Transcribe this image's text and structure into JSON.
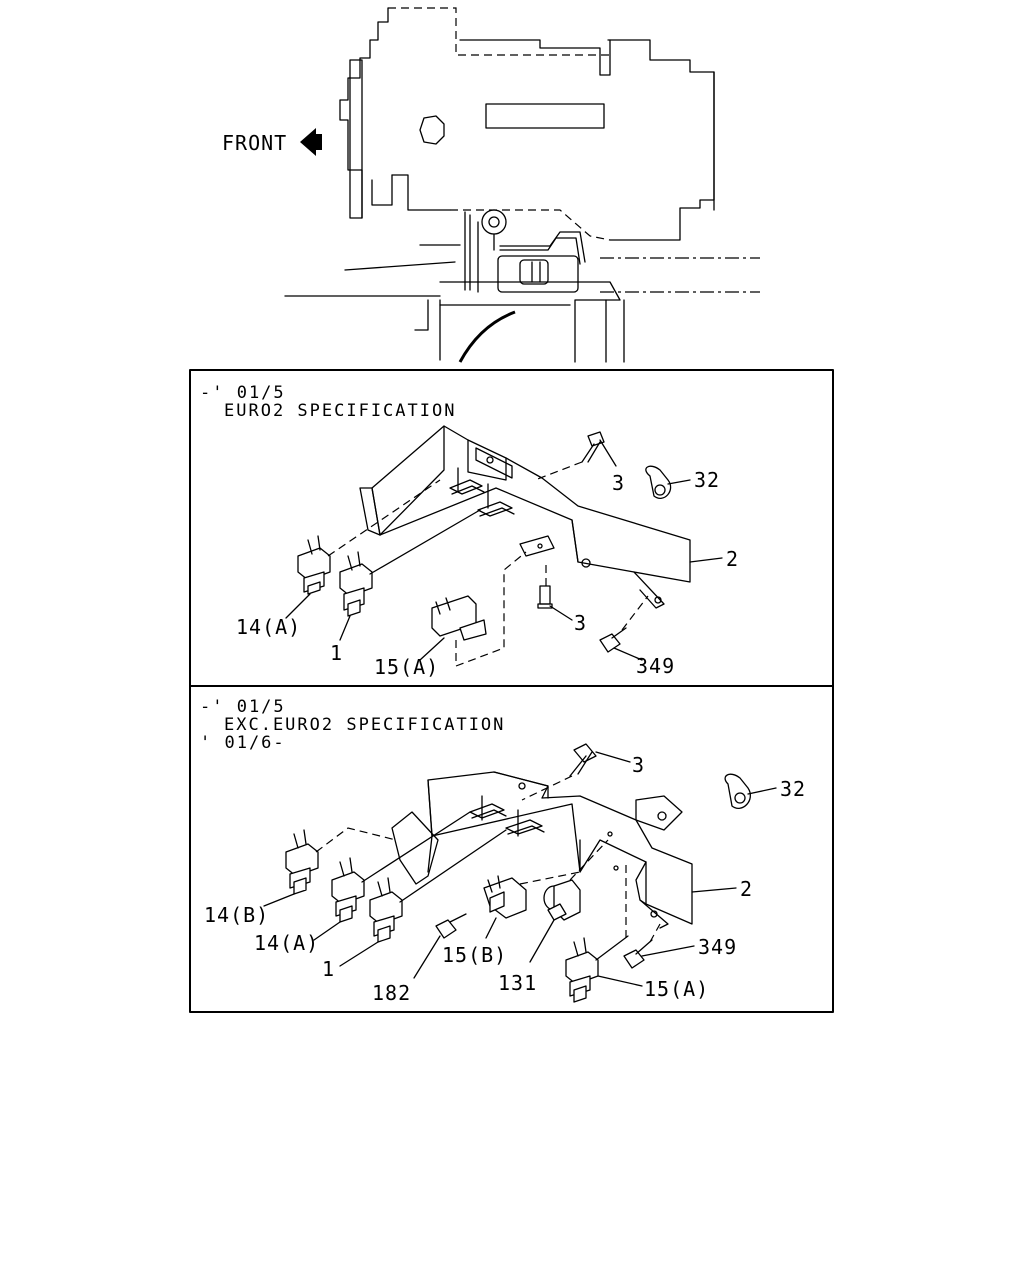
{
  "orientation_label": "FRONT",
  "panel_top": {
    "line1": "-' 01/5",
    "line2": "EURO2 SPECIFICATION",
    "callouts": {
      "c3a": "3",
      "c32": "32",
      "c2": "2",
      "c3b": "3",
      "c14a": "14(A)",
      "c1": "1",
      "c15a": "15(A)",
      "c349": "349"
    }
  },
  "panel_bottom": {
    "line1": "-' 01/5",
    "line2": "EXC.EURO2 SPECIFICATION",
    "line3": "' 01/6-",
    "callouts": {
      "c3": "3",
      "c32": "32",
      "c2": "2",
      "c349": "349",
      "c14b": "14(B)",
      "c14a": "14(A)",
      "c1": "1",
      "c15b": "15(B)",
      "c131": "131",
      "c182": "182",
      "c15a": "15(A)"
    }
  }
}
